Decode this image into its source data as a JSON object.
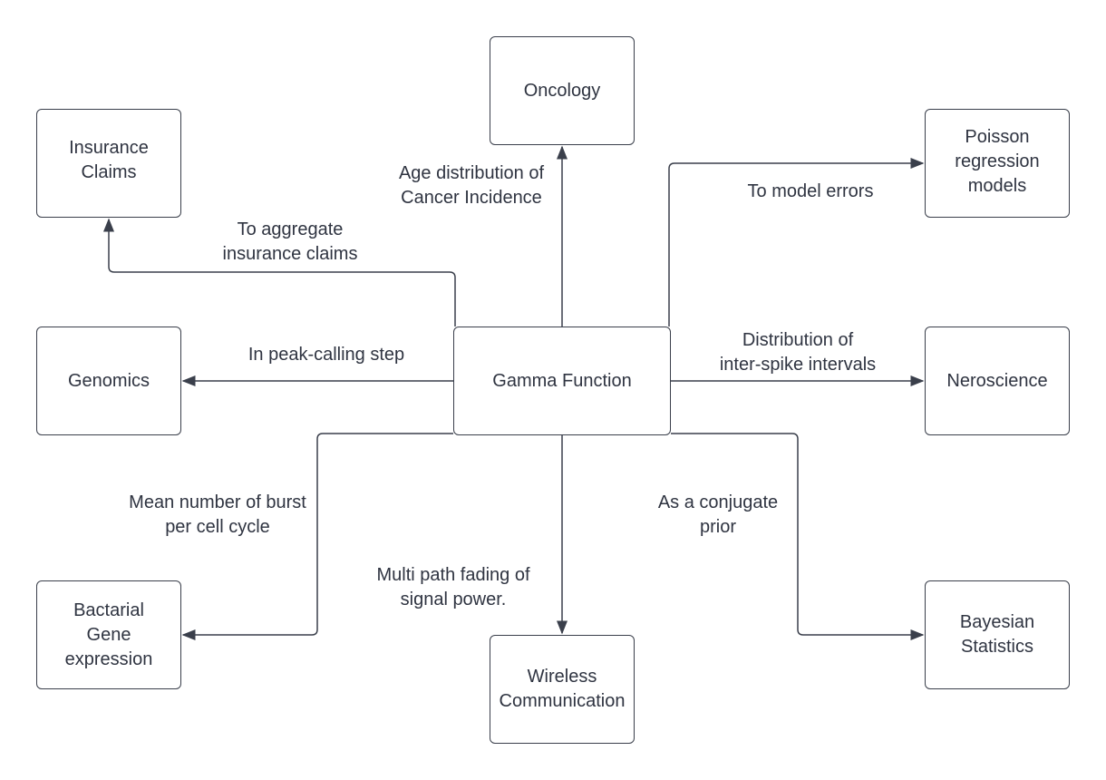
{
  "nodes": {
    "center": "Gamma Function",
    "oncology": "Oncology",
    "insurance": "Insurance\nClaims",
    "poisson": "Poisson\nregression\nmodels",
    "genomics": "Genomics",
    "neuroscience": "Neroscience",
    "bacterial": "Bactarial\nGene\nexpression",
    "wireless": "Wireless\nCommunication",
    "bayesian": "Bayesian\nStatistics"
  },
  "edges": {
    "oncology": "Age distribution of\nCancer Incidence",
    "insurance": "To aggregate\ninsurance claims",
    "poisson": "To model errors",
    "genomics": "In peak-calling step",
    "neuroscience": "Distribution of\ninter-spike intervals",
    "bacterial": "Mean number of burst\nper cell cycle",
    "wireless": "Multi path fading of\nsignal power.",
    "bayesian": "As a conjugate\nprior"
  }
}
